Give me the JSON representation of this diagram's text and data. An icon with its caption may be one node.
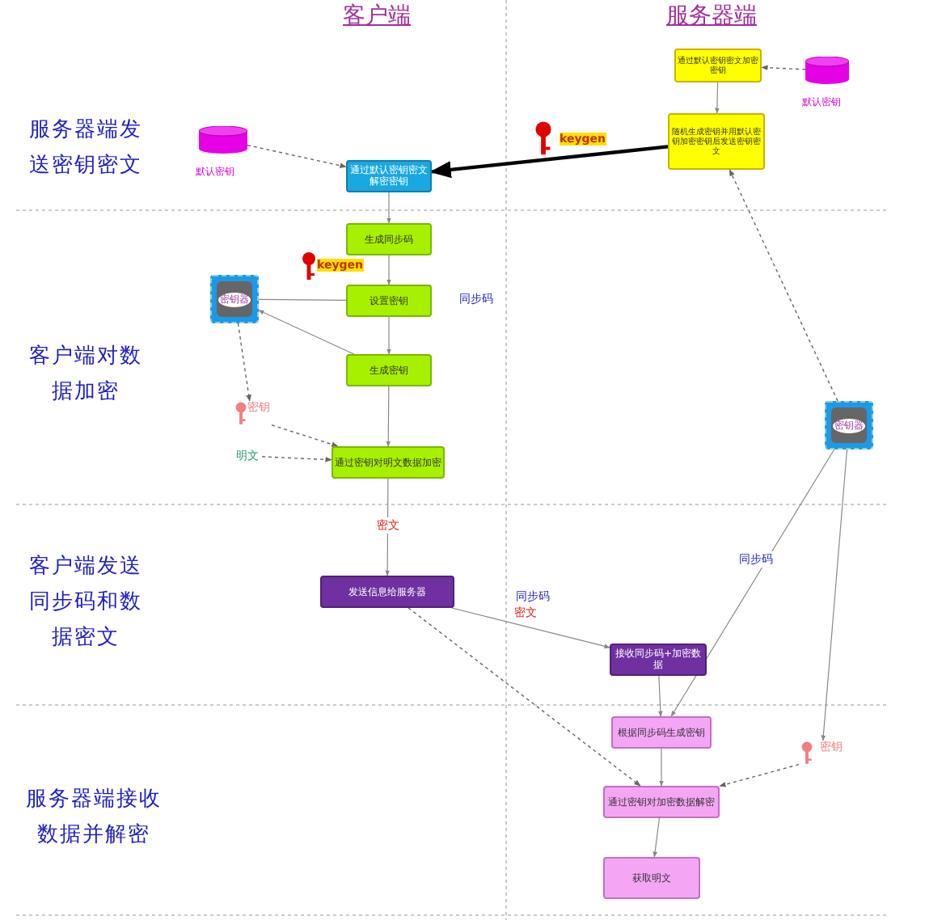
{
  "diagram": {
    "nodes": [
      {
        "text": [
          "通过默认密钥密文加密密钥"
        ]
      },
      {
        "text": [],
        "shape": "cylinder",
        "beside": [
          "默认密钥"
        ]
      },
      {
        "text": [
          "随机生成密钥并用默认密钥加密密钥后发送密钥密文"
        ]
      },
      {
        "text": [],
        "shape": "cylinder",
        "beside": [
          "默认密钥"
        ]
      },
      {
        "text": [
          "通过默认密钥密文解密密钥"
        ]
      },
      {
        "text": [
          "生成同步码"
        ]
      },
      {
        "text": [
          "设置密钥"
        ]
      },
      {
        "text": [
          "密钥器"
        ]
      },
      {
        "text": [
          "生成密钥"
        ]
      },
      {
        "text": [
          "密钥"
        ]
      },
      {
        "text": [
          "明文"
        ]
      },
      {
        "text": [
          "通过密钥对明文数据加密"
        ]
      },
      {
        "text": [
          "发送信息给服务器"
        ]
      },
      {
        "text": [
          "密钥器"
        ]
      },
      {
        "text": [
          "接收同步码+加密数据"
        ]
      },
      {
        "text": [
          "根据同步码生成密钥"
        ]
      },
      {
        "text": [
          "密钥"
        ]
      },
      {
        "text": [
          "通过密钥对加密数据解密"
        ]
      },
      {
        "text": [
          "获取明文"
        ]
      }
    ],
    "edges": [
      {
        "from": 1,
        "to": 0,
        "arrow": "to",
        "style": "dashed"
      },
      {
        "from": 0,
        "to": 2,
        "arrow": "to"
      },
      {
        "from": 3,
        "to": 4,
        "arrow": "to",
        "style": "dashed"
      },
      {
        "from": 2,
        "to": 4,
        "arrow": "to",
        "style": "thick",
        "color": "#000000"
      },
      {
        "from": 4,
        "to": 5,
        "arrow": "to"
      },
      {
        "from": 5,
        "to": 6,
        "arrow": "to"
      },
      {
        "from": 6,
        "to": 7,
        "arrow": "none"
      },
      {
        "from": 6,
        "to": 8,
        "arrow": "to"
      },
      {
        "from": 8,
        "to": 7,
        "arrow": "to"
      },
      {
        "from": 7,
        "to": 9,
        "arrow": "to",
        "style": "dashed"
      },
      {
        "from": 9,
        "to": 11,
        "arrow": "to",
        "style": "dashed"
      },
      {
        "from": 10,
        "to": 11,
        "arrow": "to",
        "style": "dashed"
      },
      {
        "from": 8,
        "to": 11,
        "arrow": "to"
      },
      {
        "from": 11,
        "to": 12,
        "arrow": "to",
        "label": "密文"
      },
      {
        "from": 12,
        "to": 14,
        "arrow": "to",
        "label": "同步码"
      },
      {
        "from": 13,
        "to": 2,
        "arrow": "to",
        "style": "dashed"
      },
      {
        "from": 13,
        "to": 15,
        "arrow": "to",
        "label": "同步码"
      },
      {
        "from": 13,
        "to": 16,
        "arrow": "to"
      },
      {
        "from": 16,
        "to": 17,
        "arrow": "to",
        "style": "dashed"
      },
      {
        "from": 12,
        "to": 17,
        "arrow": "to",
        "style": "dashed"
      },
      {
        "from": 14,
        "to": 15,
        "arrow": "to"
      },
      {
        "from": 15,
        "to": 17,
        "arrow": "to"
      },
      {
        "from": 17,
        "to": 18,
        "arrow": "to"
      }
    ],
    "labels": [
      "客户端",
      "服务器端",
      "服务器端发送密钥密文",
      "keygen",
      "keygen",
      "同步码",
      "客户端对数据加密",
      "客户端发送同步码和数据密文",
      "密文",
      "服务器端接收数据并解密"
    ]
  }
}
